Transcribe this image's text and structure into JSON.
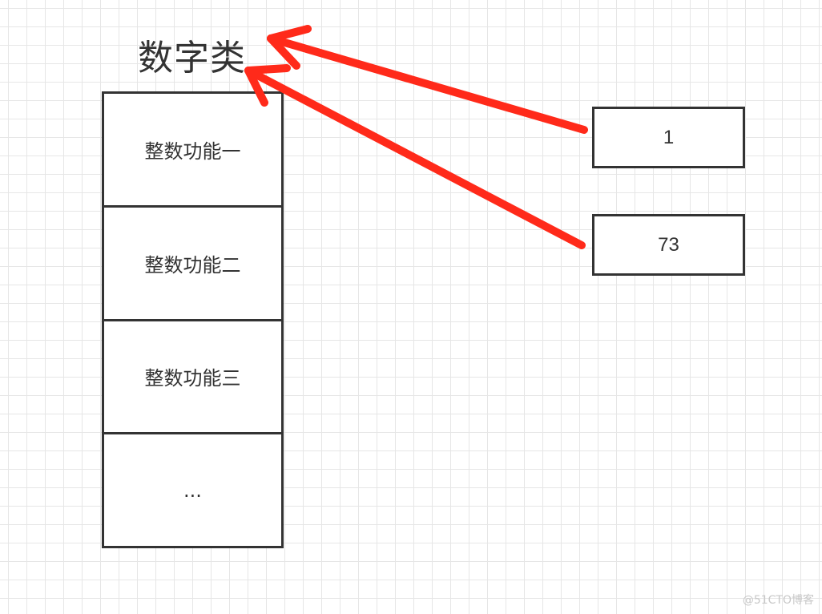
{
  "diagram": {
    "title": "数字类",
    "class_cells": [
      "整数功能一",
      "整数功能二",
      "整数功能三",
      "..."
    ],
    "values": [
      "1",
      "73"
    ],
    "arrow_color": "#ff2a1a",
    "border_color": "#333333",
    "grid_color": "#e6e6e6"
  },
  "watermark": "@51CTO博客"
}
